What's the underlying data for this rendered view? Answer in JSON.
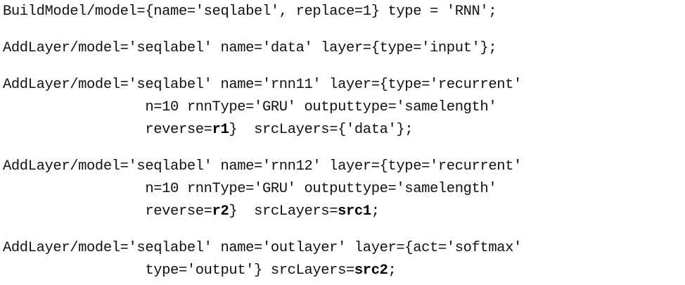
{
  "code_lines": [
    {
      "segments": [
        {
          "text": "BuildModel/model={name='seqlabel', replace=1} type = 'RNN';",
          "bold": false
        }
      ]
    },
    {
      "segments": [
        {
          "text": "AddLayer/model='seqlabel' name='data' layer={type='input'};",
          "bold": false
        }
      ]
    },
    {
      "segments": [
        {
          "text": "AddLayer/model='seqlabel' name='rnn11' layer={type='recurrent'",
          "bold": false
        }
      ]
    },
    {
      "segments": [
        {
          "text": "                 n=10 rnnType='GRU' outputtype='samelength'",
          "bold": false
        }
      ]
    },
    {
      "segments": [
        {
          "text": "                 reverse=",
          "bold": false
        },
        {
          "text": "r1",
          "bold": true
        },
        {
          "text": "}  srcLayers={'data'};",
          "bold": false
        }
      ]
    },
    {
      "segments": [
        {
          "text": "AddLayer/model='seqlabel' name='rnn12' layer={type='recurrent'",
          "bold": false
        }
      ]
    },
    {
      "segments": [
        {
          "text": "                 n=10 rnnType='GRU' outputtype='samelength'",
          "bold": false
        }
      ]
    },
    {
      "segments": [
        {
          "text": "                 reverse=",
          "bold": false
        },
        {
          "text": "r2",
          "bold": true
        },
        {
          "text": "}  srcLayers=",
          "bold": false
        },
        {
          "text": "src1",
          "bold": true
        },
        {
          "text": ";",
          "bold": false
        }
      ]
    },
    {
      "segments": [
        {
          "text": "AddLayer/model='seqlabel' name='outlayer' layer={act='softmax'",
          "bold": false
        }
      ]
    },
    {
      "segments": [
        {
          "text": "                 type='output'} srcLayers=",
          "bold": false
        },
        {
          "text": "src2",
          "bold": true
        },
        {
          "text": ";",
          "bold": false
        }
      ]
    }
  ]
}
